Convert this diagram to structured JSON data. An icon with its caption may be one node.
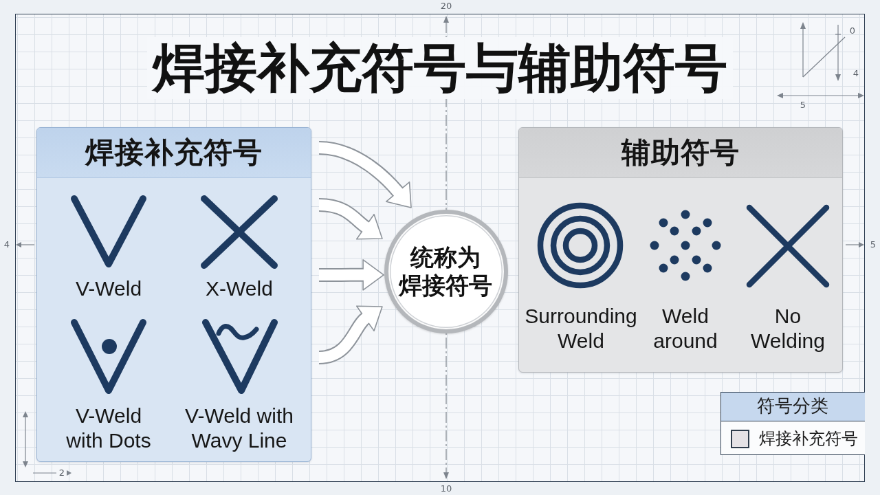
{
  "diagram": {
    "title": "焊接补充符号与辅助符号",
    "nodes": [
      {
        "text": [
          "焊接补充符号"
        ]
      },
      {
        "text": [
          "统称为焊接符号"
        ]
      },
      {
        "text": [
          "辅助符号"
        ]
      }
    ],
    "edges": [
      {
        "from": 0,
        "to": 1,
        "arrow": "to"
      },
      {
        "from": 0,
        "to": 1,
        "arrow": "to"
      },
      {
        "from": 0,
        "to": 1,
        "arrow": "to"
      },
      {
        "from": 0,
        "to": 1,
        "arrow": "to"
      }
    ],
    "labels": [
      "20",
      "0",
      "4",
      "5",
      "V-Weld",
      "X-Weld",
      "V-Weld with Dots",
      "V-Weld with Wavy Line",
      "4",
      "5",
      "Surrounding Weld",
      "Weld around",
      "No Welding",
      "符号分类",
      "2",
      "10"
    ],
    "legend": [
      {
        "text": "焊接补充符号",
        "color": "#e5e2e6"
      }
    ]
  }
}
